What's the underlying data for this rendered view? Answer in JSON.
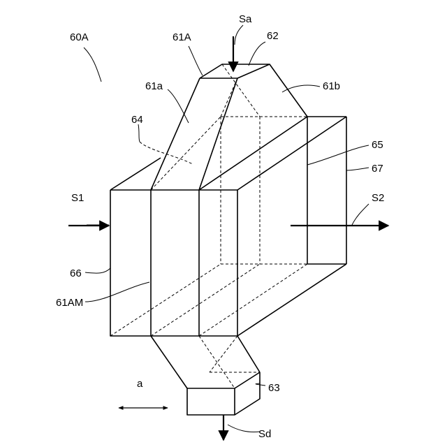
{
  "labels": {
    "device": "60A",
    "mixer": "61A",
    "left_face": "61a",
    "right_face": "61b",
    "top_port": "62",
    "bottom_port": "63",
    "dashed_region": "64",
    "inner_body": "65",
    "outer_body": "67",
    "side_face": "66",
    "middle_wall": "61AM",
    "inlet_top": "Sa",
    "outlet_bottom": "Sd",
    "inlet_left": "S1",
    "outlet_right": "S2",
    "direction": "a"
  },
  "colors": {
    "line": "#000000",
    "background": "#ffffff"
  }
}
